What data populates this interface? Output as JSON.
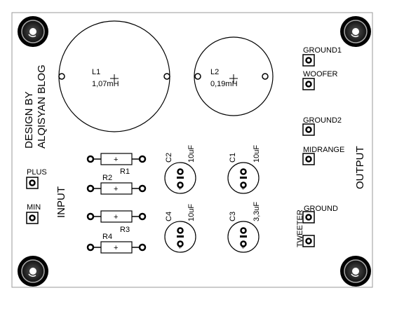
{
  "title_line1": "DESIGN BY",
  "title_line2": "ALQISYAN BLOG",
  "section_input": "INPUT",
  "section_output": "OUTPUT",
  "inductors": [
    {
      "ref": "L1",
      "value": "1,07mH"
    },
    {
      "ref": "L2",
      "value": "0,19mH"
    }
  ],
  "resistors": [
    {
      "ref": "R1",
      "symbol": "+"
    },
    {
      "ref": "R2",
      "symbol": "+"
    },
    {
      "ref": "R3",
      "symbol": "+"
    },
    {
      "ref": "R4",
      "symbol": "+"
    }
  ],
  "capacitors": [
    {
      "ref": "C2",
      "value": "10uF"
    },
    {
      "ref": "C1",
      "value": "10uF"
    },
    {
      "ref": "C4",
      "value": "10uF"
    },
    {
      "ref": "C3",
      "value": "3,3uF"
    }
  ],
  "input_pads": [
    {
      "label": "PLUS"
    },
    {
      "label": "MIN"
    }
  ],
  "output_pads": [
    {
      "label": "GROUND1"
    },
    {
      "label": "WOOFER"
    },
    {
      "label": "GROUND2"
    },
    {
      "label": "MIDRANGE"
    },
    {
      "label": "GROUND"
    },
    {
      "label": "TWEETER"
    }
  ],
  "cap_polarity": "+"
}
